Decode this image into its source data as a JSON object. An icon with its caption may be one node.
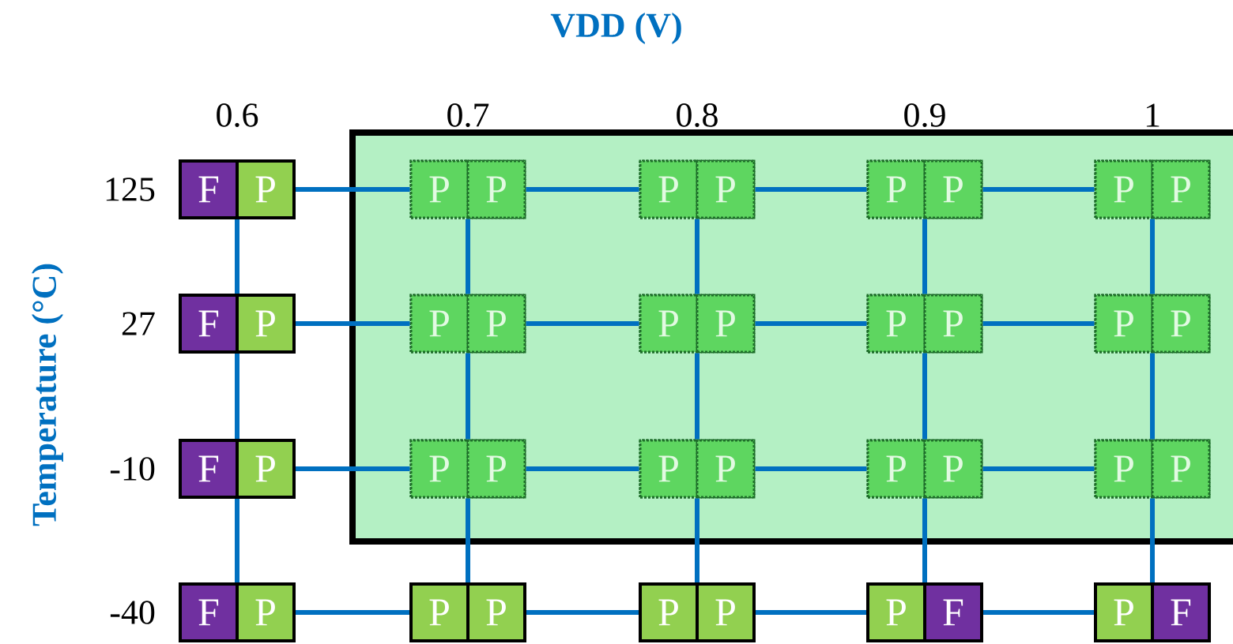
{
  "diagram": {
    "nodes": [
      {
        "text": [],
        "shape": "box"
      },
      {
        "text": [],
        "shape": "box"
      },
      {
        "text": [
          "F"
        ],
        "in": 1
      },
      {
        "text": [
          "P"
        ],
        "in": 1
      },
      {
        "text": [],
        "shape": "box",
        "in": 0
      },
      {
        "text": [
          "P"
        ],
        "in": 4
      },
      {
        "text": [
          "P"
        ],
        "in": 4
      },
      {
        "text": [],
        "shape": "box",
        "in": 0
      },
      {
        "text": [
          "P"
        ],
        "in": 7
      },
      {
        "text": [
          "P"
        ],
        "in": 7
      },
      {
        "text": [],
        "shape": "box",
        "in": 0
      },
      {
        "text": [
          "P"
        ],
        "in": 10
      },
      {
        "text": [
          "P"
        ],
        "in": 10
      },
      {
        "text": [],
        "shape": "box",
        "in": 0
      },
      {
        "text": [
          "P"
        ],
        "in": 13
      },
      {
        "text": [
          "P"
        ],
        "in": 13
      },
      {
        "text": [],
        "shape": "box"
      },
      {
        "text": [
          "F"
        ],
        "in": 16
      },
      {
        "text": [
          "P"
        ],
        "in": 16
      },
      {
        "text": [],
        "shape": "box",
        "in": 0
      },
      {
        "text": [
          "P"
        ],
        "in": 19
      },
      {
        "text": [
          "P"
        ],
        "in": 19
      },
      {
        "text": [],
        "shape": "box",
        "in": 0
      },
      {
        "text": [
          "P"
        ],
        "in": 22
      },
      {
        "text": [
          "P"
        ],
        "in": 22
      },
      {
        "text": [],
        "shape": "box",
        "in": 0
      },
      {
        "text": [
          "P"
        ],
        "in": 25
      },
      {
        "text": [
          "P"
        ],
        "in": 25
      },
      {
        "text": [],
        "shape": "box",
        "in": 0
      },
      {
        "text": [
          "P"
        ],
        "in": 28
      },
      {
        "text": [
          "P"
        ],
        "in": 28
      },
      {
        "text": [],
        "shape": "box"
      },
      {
        "text": [
          "F"
        ],
        "in": 31
      },
      {
        "text": [
          "P"
        ],
        "in": 31
      },
      {
        "text": [],
        "shape": "box",
        "in": 0
      },
      {
        "text": [
          "P"
        ],
        "in": 34
      },
      {
        "text": [
          "P"
        ],
        "in": 34
      },
      {
        "text": [],
        "shape": "box",
        "in": 0
      },
      {
        "text": [
          "P"
        ],
        "in": 37
      },
      {
        "text": [
          "P"
        ],
        "in": 37
      },
      {
        "text": [],
        "shape": "box",
        "in": 0
      },
      {
        "text": [
          "P"
        ],
        "in": 40
      },
      {
        "text": [
          "P"
        ],
        "in": 40
      },
      {
        "text": [],
        "shape": "box",
        "in": 0
      },
      {
        "text": [
          "P"
        ],
        "in": 43
      },
      {
        "text": [
          "P"
        ],
        "in": 43
      },
      {
        "text": [],
        "shape": "box"
      },
      {
        "text": [
          "F"
        ],
        "in": 46
      },
      {
        "text": [
          "P"
        ],
        "in": 46
      },
      {
        "text": [],
        "shape": "box"
      },
      {
        "text": [
          "P"
        ],
        "in": 49
      },
      {
        "text": [
          "P"
        ],
        "in": 49
      },
      {
        "text": [],
        "shape": "box"
      },
      {
        "text": [
          "P"
        ],
        "in": 52
      },
      {
        "text": [
          "P"
        ],
        "in": 52
      },
      {
        "text": [],
        "shape": "box"
      },
      {
        "text": [
          "P"
        ],
        "in": 55
      },
      {
        "text": [
          "F"
        ],
        "in": 55
      },
      {
        "text": [],
        "shape": "box"
      },
      {
        "text": [
          "P"
        ],
        "in": 58
      },
      {
        "text": [
          "F"
        ],
        "in": 58
      }
    ],
    "edges": [
      {
        "from": 1,
        "to": 4,
        "arrow": "none"
      },
      {
        "from": 4,
        "to": 7,
        "arrow": "none"
      },
      {
        "from": 7,
        "to": 10,
        "arrow": "none"
      },
      {
        "from": 10,
        "to": 13,
        "arrow": "none"
      },
      {
        "from": 16,
        "to": 19,
        "arrow": "none"
      },
      {
        "from": 19,
        "to": 22,
        "arrow": "none"
      },
      {
        "from": 22,
        "to": 25,
        "arrow": "none"
      },
      {
        "from": 25,
        "to": 28,
        "arrow": "none"
      },
      {
        "from": 31,
        "to": 34,
        "arrow": "none"
      },
      {
        "from": 34,
        "to": 37,
        "arrow": "none"
      },
      {
        "from": 37,
        "to": 40,
        "arrow": "none"
      },
      {
        "from": 40,
        "to": 43,
        "arrow": "none"
      },
      {
        "from": 46,
        "to": 49,
        "arrow": "none"
      },
      {
        "from": 49,
        "to": 52,
        "arrow": "none"
      },
      {
        "from": 52,
        "to": 55,
        "arrow": "none"
      },
      {
        "from": 55,
        "to": 58,
        "arrow": "none"
      },
      {
        "from": 1,
        "to": 16,
        "arrow": "none"
      },
      {
        "from": 16,
        "to": 31,
        "arrow": "none"
      },
      {
        "from": 31,
        "to": 46,
        "arrow": "none"
      },
      {
        "from": 4,
        "to": 19,
        "arrow": "none"
      },
      {
        "from": 19,
        "to": 34,
        "arrow": "none"
      },
      {
        "from": 34,
        "to": 49,
        "arrow": "none"
      },
      {
        "from": 7,
        "to": 22,
        "arrow": "none"
      },
      {
        "from": 22,
        "to": 37,
        "arrow": "none"
      },
      {
        "from": 37,
        "to": 52,
        "arrow": "none"
      },
      {
        "from": 10,
        "to": 25,
        "arrow": "none"
      },
      {
        "from": 25,
        "to": 40,
        "arrow": "none"
      },
      {
        "from": 40,
        "to": 55,
        "arrow": "none"
      },
      {
        "from": 13,
        "to": 28,
        "arrow": "none"
      },
      {
        "from": 28,
        "to": 43,
        "arrow": "none"
      },
      {
        "from": 43,
        "to": 58,
        "arrow": "none"
      }
    ],
    "labels": [
      "VDD (V)",
      "0.6",
      "0.7",
      "0.8",
      "0.9",
      "1",
      "125",
      "27",
      "-10",
      "-40",
      "Temperature (°C)"
    ]
  }
}
